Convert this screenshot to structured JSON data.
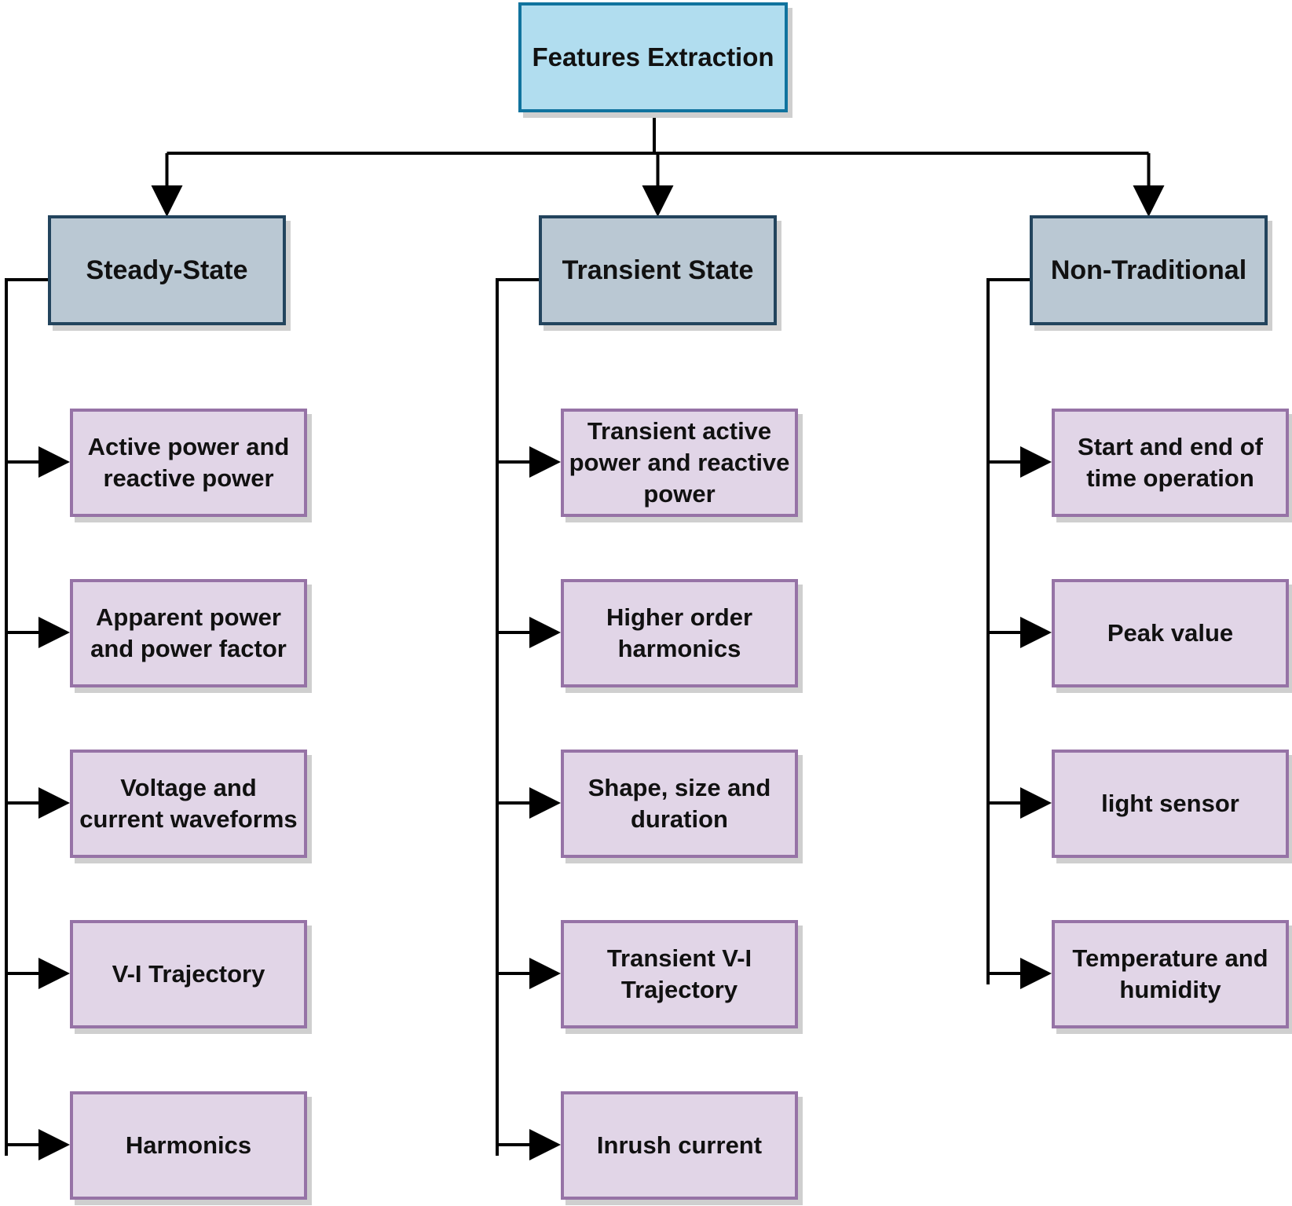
{
  "root": {
    "label": "Features Extraction"
  },
  "branches": [
    {
      "label": "Steady-State",
      "items": [
        "Active power and reactive power",
        "Apparent power and power factor",
        "Voltage and current waveforms",
        "V-I Trajectory",
        "Harmonics"
      ]
    },
    {
      "label": "Transient State",
      "items": [
        "Transient active power and reactive power",
        "Higher order harmonics",
        "Shape, size and duration",
        "Transient V-I Trajectory",
        "Inrush current"
      ]
    },
    {
      "label": "Non-Traditional",
      "items": [
        "Start and end of time operation",
        "Peak value",
        "light sensor",
        "Temperature and humidity"
      ]
    }
  ],
  "colors": {
    "root_fill": "#b1ddef",
    "root_stroke": "#10739e",
    "category_fill": "#bac8d3",
    "category_stroke": "#23445d",
    "leaf_fill": "#e1d5e7",
    "leaf_stroke": "#9673a6",
    "connector": "#000000"
  }
}
